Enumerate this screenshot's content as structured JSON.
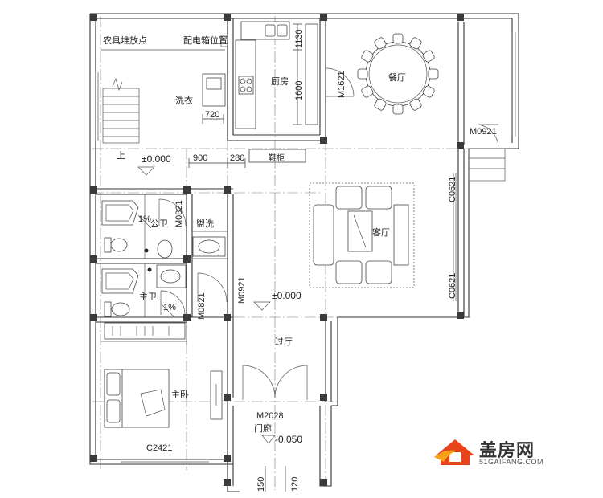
{
  "rooms": {
    "farm_storage": "农具堆放点",
    "distribution_box": "配电箱位置",
    "laundry": "洗衣",
    "kitchen": "厨房",
    "dining": "餐厅",
    "shoe_cabinet": "鞋柜",
    "living": "客厅",
    "public_bath": "公卫",
    "wash": "盥洗",
    "master_bath": "主卫",
    "hall": "过厅",
    "master_bedroom": "主卧",
    "porch": "门廊",
    "stairs_up": "上"
  },
  "dimensions": {
    "d720": "720",
    "d900": "900",
    "d280": "280",
    "d1130": "1130",
    "d1600": "1600",
    "d150": "150",
    "d120": "120"
  },
  "levels": {
    "west": "±0.000",
    "center": "±0.000",
    "porch": "-0.050"
  },
  "slopes": {
    "public_bath": "1%",
    "master_bath": "1%"
  },
  "openings": {
    "m1621": "M1621",
    "m0921_dining": "M0921",
    "c0621_top": "C0621",
    "c0621_bottom": "C0621",
    "m0821_public": "M0821",
    "m0921_center": "M0921",
    "m0821_master": "M0821",
    "m2028": "M2028",
    "c2421": "C2421"
  },
  "watermark": {
    "brand": "盖房网",
    "url": "51GAIFANG.COM",
    "house_color": "#e8441c",
    "flame_color": "#f6a21a"
  }
}
